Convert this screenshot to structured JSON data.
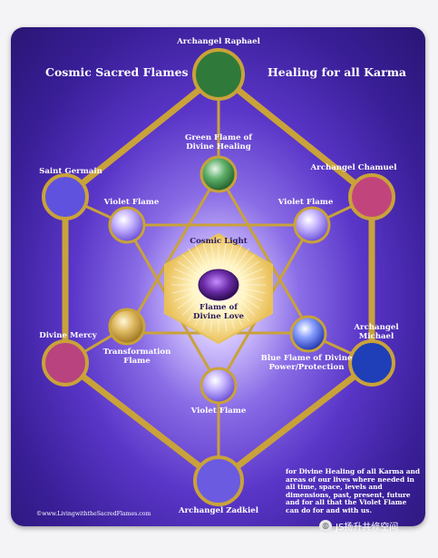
{
  "header": {
    "left_title": "Cosmic Sacred Flames",
    "right_title": "Healing for all Karma"
  },
  "nodes": {
    "raphael": {
      "label": "Archangel Raphael",
      "color": "#2f7a3a"
    },
    "chamuel": {
      "label": "Archangel Chamuel",
      "color": "#c2447d"
    },
    "michael": {
      "label": "Archangel\nMichael",
      "color": "#1e3fb8"
    },
    "zadkiel": {
      "label": "Archangel Zadkiel",
      "color": "#6a5be0"
    },
    "mercy": {
      "label": "Divine Mercy",
      "color": "#b8437f"
    },
    "germain": {
      "label": "Saint Germain",
      "color": "#6a5be0"
    },
    "green_inner": {
      "label": "Green Flame of\nDivine Healing",
      "color": "#3d9148"
    },
    "violet_tl": {
      "label": "Violet Flame",
      "color": "#8e7be8"
    },
    "violet_tr": {
      "label": "Violet Flame",
      "color": "#8e7be8"
    },
    "blue_flame": {
      "label": "Blue Flame of Divine\nPower/Protection",
      "color": "#3150c9"
    },
    "violet_bottom": {
      "label": "Violet Flame",
      "color": "#8e7be8"
    },
    "transformation": {
      "label": "Transformation\nFlame",
      "color": "#d9b25a"
    },
    "center_top": {
      "label": "Cosmic Light"
    },
    "center_bottom": {
      "label": "Flame of\nDivine Love"
    }
  },
  "footnote": "for Divine Healing of all Karma and areas of our lives where needed in all time, space, levels and dimensions, past, present, future and for all that the Violet Flame can do for and with us.",
  "copyright": "©www.LivingwiththeSacredFlames.com",
  "watermark": "JS扬升共修空间",
  "colors": {
    "gold": "#c9a23a",
    "background": "#3a1f99"
  }
}
